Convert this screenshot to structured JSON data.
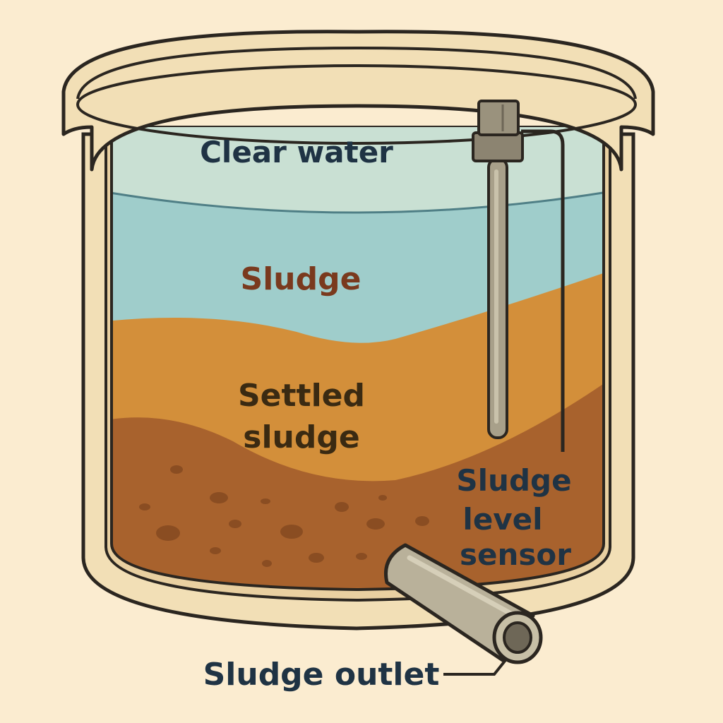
{
  "labels": {
    "clear_water": "Clear water",
    "sludge": "Sludge",
    "settled_sludge_line1": "Settled",
    "settled_sludge_line2": "sludge",
    "sensor_line1": "Sludge",
    "sensor_line2": "level",
    "sensor_line3": "sensor",
    "outlet": "Sludge outlet"
  },
  "colors": {
    "background": "#fbecd0",
    "tank_shell": "#f2dfb6",
    "tank_inner": "#e9d0a1",
    "outline": "#2b2620",
    "clear_water": "#c9e0d3",
    "sludge_water": "#9fcdcb",
    "sludge_layer": "#d38f3a",
    "settled_sludge": "#a8622d",
    "label_dark": "#1f3344",
    "label_sludge": "#7a3a1e",
    "label_settled": "#3a2a12",
    "sensor_metal": "#a8a08a"
  }
}
